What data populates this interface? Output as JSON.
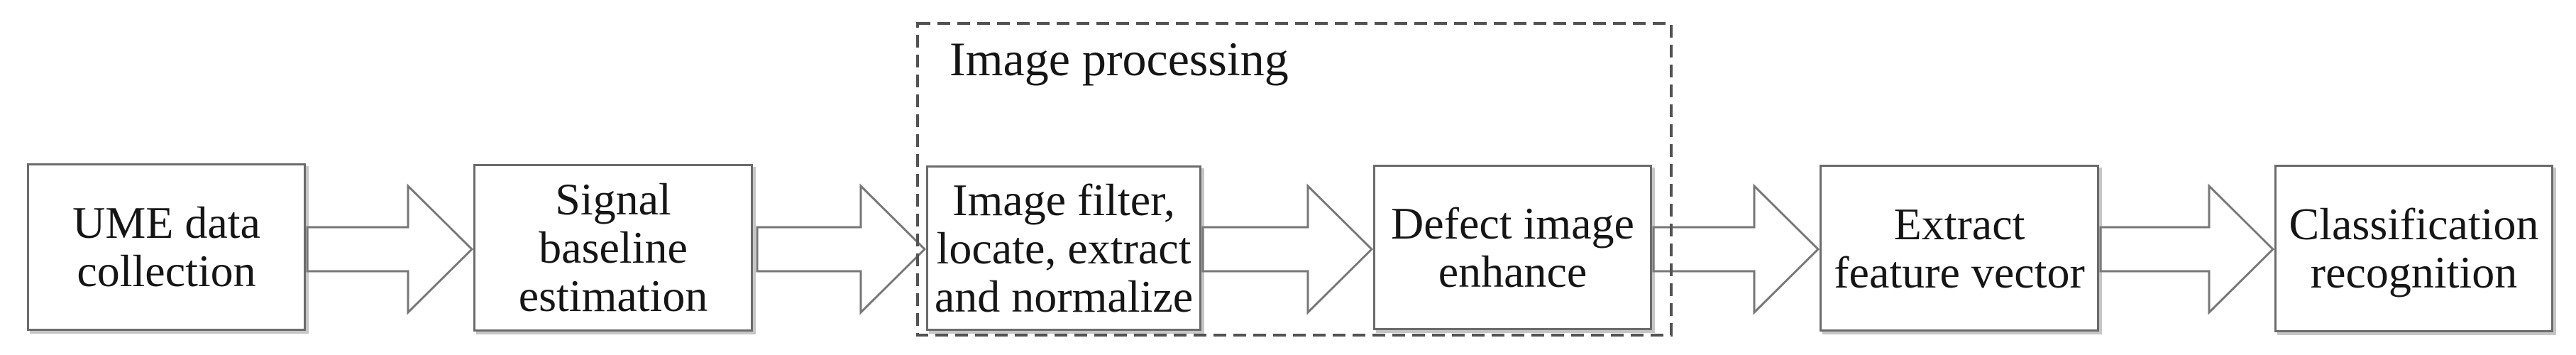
{
  "diagram": {
    "group_title": "Image processing",
    "steps": [
      {
        "id": "ume-data-collection",
        "label": "UME data\ncollection"
      },
      {
        "id": "signal-baseline-estimation",
        "label": "Signal\nbaseline\nestimation"
      },
      {
        "id": "image-filter-locate-extract-normalize",
        "label": "Image filter,\nlocate, extract\nand normalize"
      },
      {
        "id": "defect-image-enhance",
        "label": "Defect image\nenhance"
      },
      {
        "id": "extract-feature-vector",
        "label": "Extract\nfeature vector"
      },
      {
        "id": "classification-recognition",
        "label": "Classification\nrecognition"
      }
    ],
    "colors": {
      "box_border": "#6b6b6b",
      "arrow_stroke": "#777777",
      "dashed_group_border": "#525252",
      "text": "#151515",
      "background": "#ffffff"
    }
  }
}
